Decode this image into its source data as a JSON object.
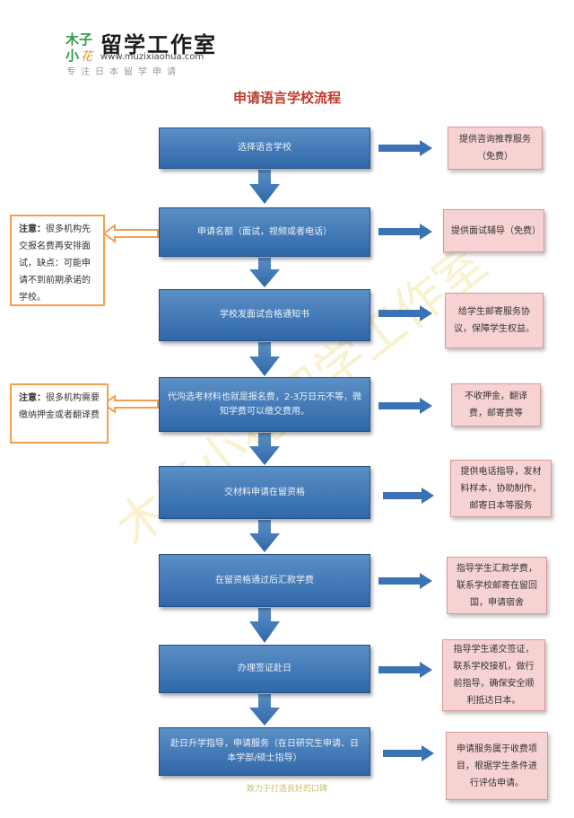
{
  "header": {
    "logo_chars": "木子小",
    "brand_name": "留学工作室",
    "url": "www.muzixiaohua.com",
    "slogan": "专注日本留学申请",
    "watermark": "木子小花留学工作室"
  },
  "title": "申请语言学校流程",
  "steps": [
    {
      "text": "选择语言学校"
    },
    {
      "text": "申请名额（面试，视频或者电话）"
    },
    {
      "text": "学校发面试合格通知书"
    },
    {
      "text": "代沟选考材料也就是报名费，2-3万日元不等，微知学费可以缴交费用。"
    },
    {
      "text": "交材料申请在留资格"
    },
    {
      "text": "在留资格通过后汇款学费"
    },
    {
      "text": "办理签证赴日"
    },
    {
      "text": "赴日升学指导，申请服务（在日研究生申请、日本学部/硕士指导）"
    }
  ],
  "services": [
    {
      "text": "提供咨询推荐服务（免费）"
    },
    {
      "text": "提供面试辅导（免费）"
    },
    {
      "text": "给学生邮寄服务协议，保障学生权益。"
    },
    {
      "text": "不收押金，翻译费，邮寄费等"
    },
    {
      "text": "提供电话指导，发材料样本，协助制作，邮寄日本等服务"
    },
    {
      "text": "指导学生汇款学费，联系学校邮寄在留回国，申请宿舍"
    },
    {
      "text": "指导学生递交签证，联系学校接机，做行前指导，确保安全顺利抵达日本。"
    },
    {
      "text": "申请服务属于收费项目，根据学生条件进行评估申请。"
    }
  ],
  "warnings": [
    {
      "label": "注意：",
      "text": "很多机构先交报名费再安排面试，缺点：可能申请不到前期承诺的学校。"
    },
    {
      "label": "注意：",
      "text": "很多机构需要缴纳押金或者翻译费"
    }
  ],
  "footer": "致力于打造良好的口碑",
  "colors": {
    "step_blue": "#3a72b3",
    "note_pink": "#f7d2d2",
    "warning_orange": "#f0a050",
    "title_red": "#c0392b",
    "logo_green": "#2e9e4a"
  }
}
